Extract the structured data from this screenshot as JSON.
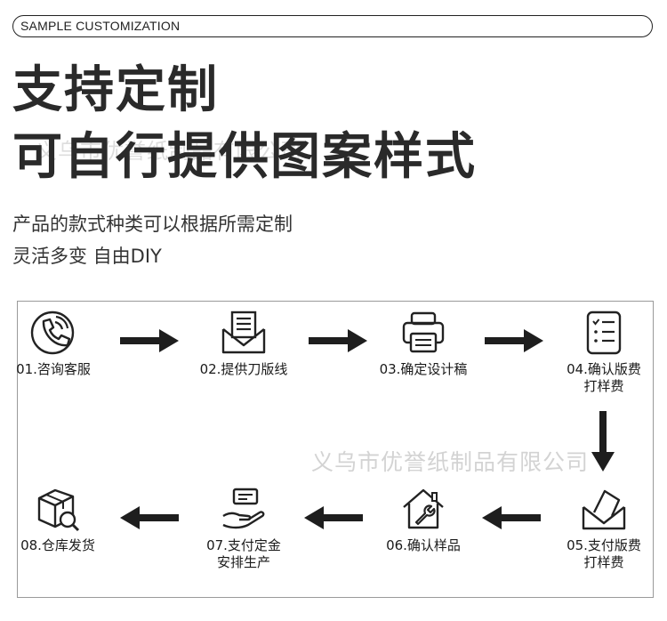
{
  "header": {
    "badge": "SAMPLE CUSTOMIZATION"
  },
  "headline": {
    "line1": "支持定制",
    "line2": "可自行提供图案样式"
  },
  "subtitle": {
    "line1": "产品的款式种类可以根据所需定制",
    "line2": "灵活多变 自由DIY"
  },
  "watermark": {
    "text": "义乌市优誉纸制品有限公司"
  },
  "steps": [
    {
      "label": "01.咨询客服",
      "icon": "phone-icon"
    },
    {
      "label": "02.提供刀版线",
      "icon": "envelope-document-icon"
    },
    {
      "label": "03.确定设计稿",
      "icon": "printer-icon"
    },
    {
      "label": "04.确认版费\n打样费",
      "icon": "checklist-icon"
    },
    {
      "label": "05.支付版费\n打样费",
      "icon": "envelope-payment-icon"
    },
    {
      "label": "06.确认样品",
      "icon": "house-wrench-icon"
    },
    {
      "label": "07.支付定金\n安排生产",
      "icon": "hand-payment-icon"
    },
    {
      "label": "08.仓库发货",
      "icon": "box-search-icon"
    }
  ],
  "colors": {
    "icon": "#222222",
    "arrow": "#1e1e1e",
    "border": "#9a9a9a"
  }
}
